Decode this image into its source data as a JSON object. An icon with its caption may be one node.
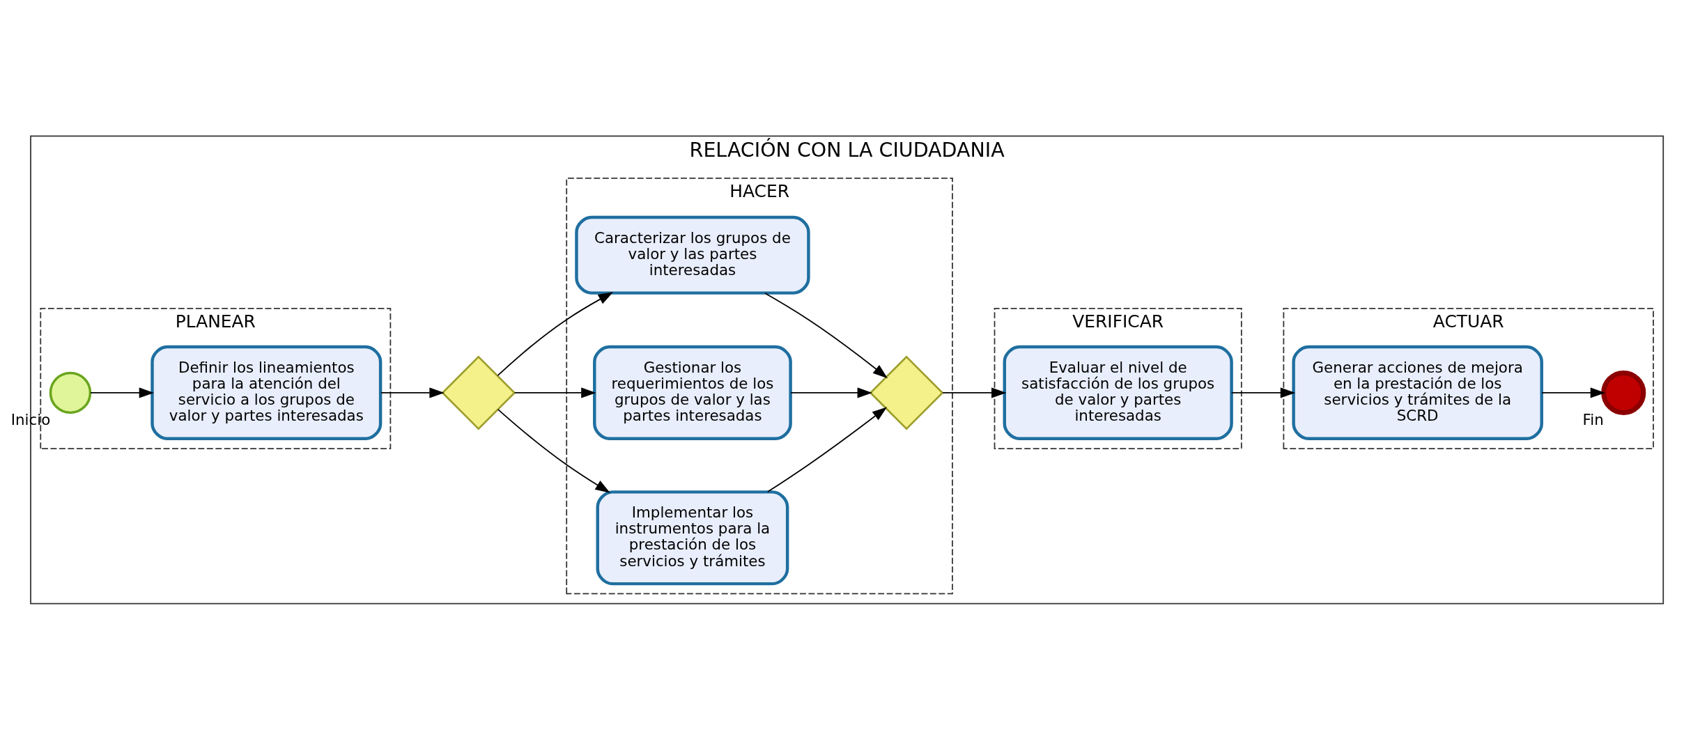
{
  "diagram": {
    "nodes": [
      {
        "text": [
          "RELACIÓN CON LA CIUDADANIA"
        ]
      },
      {
        "text": [
          "PLANEAR"
        ],
        "in": 0
      },
      {
        "text": [
          "HACER"
        ],
        "in": 0
      },
      {
        "text": [
          "VERIFICAR"
        ],
        "in": 0
      },
      {
        "text": [
          "ACTUAR"
        ],
        "in": 0
      },
      {
        "text": [],
        "shape": "circle",
        "beside": [
          "Inicio"
        ],
        "in": 1
      },
      {
        "text": [
          "Definir los lineamientos para la atención del servicio a los grupos de valor y partes interesadas"
        ],
        "in": 1
      },
      {
        "text": [],
        "shape": "diamond",
        "in": 0
      },
      {
        "text": [
          "Caracterizar los grupos de valor y las partes interesadas"
        ],
        "in": 2
      },
      {
        "text": [
          "Gestionar los requerimientos de los grupos de valor y las partes interesadas"
        ],
        "in": 2
      },
      {
        "text": [
          "Implementar los instrumentos para la prestación de los servicios y trámites"
        ],
        "in": 2
      },
      {
        "text": [],
        "shape": "diamond",
        "in": 2
      },
      {
        "text": [
          "Evaluar el nivel de satisfacción de los grupos de valor y partes interesadas"
        ],
        "in": 3
      },
      {
        "text": [
          "Generar acciones de mejora en la prestación de los servicios y trámites de la SCRD"
        ],
        "in": 4
      },
      {
        "text": [],
        "shape": "circle",
        "beside": [
          "Fin"
        ],
        "in": 4
      }
    ],
    "edges": [
      {
        "from": 5,
        "to": 6,
        "arrow": "to"
      },
      {
        "from": 6,
        "to": 7,
        "arrow": "to"
      },
      {
        "from": 7,
        "to": 8,
        "arrow": "to"
      },
      {
        "from": 7,
        "to": 9,
        "arrow": "to"
      },
      {
        "from": 7,
        "to": 10,
        "arrow": "to"
      },
      {
        "from": 8,
        "to": 11,
        "arrow": "to"
      },
      {
        "from": 9,
        "to": 11,
        "arrow": "to"
      },
      {
        "from": 10,
        "to": 11,
        "arrow": "to"
      },
      {
        "from": 11,
        "to": 12,
        "arrow": "to"
      },
      {
        "from": 12,
        "to": 13,
        "arrow": "to"
      },
      {
        "from": 13,
        "to": 14,
        "arrow": "to"
      }
    ]
  }
}
